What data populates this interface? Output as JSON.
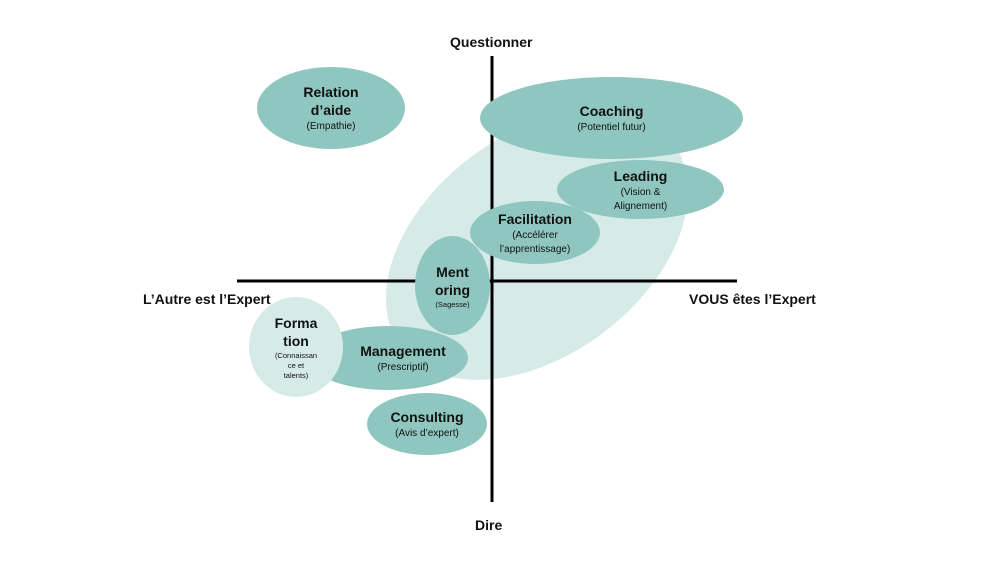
{
  "axes": {
    "top": "Questionner",
    "bottom": "Dire",
    "left": "L’Autre est l’Expert",
    "right": "VOUS êtes l’Expert"
  },
  "colors": {
    "bubble": "#8fc7c0",
    "zone": "#d6ebe8",
    "formation": "#d6ebe8",
    "axis": "#000000"
  },
  "bubbles": {
    "relation": {
      "title_1": "Relation",
      "title_2": "d’aide",
      "sub": "(Empathie)"
    },
    "coaching": {
      "title": "Coaching",
      "sub": "(Potentiel futur)"
    },
    "leading": {
      "title": "Leading",
      "sub_1": "(Vision &",
      "sub_2": "Alignement)"
    },
    "facilitation": {
      "title": "Facilitation",
      "sub_1": "(Accélérer",
      "sub_2": "l’apprentissage)"
    },
    "mentoring": {
      "title_1": "Ment",
      "title_2": "oring",
      "sub": "(Sagesse)"
    },
    "formation": {
      "title_1": "Forma",
      "title_2": "tion",
      "sub_1": "(Connaissan",
      "sub_2": "ce et",
      "sub_3": "talents)"
    },
    "management": {
      "title": "Management",
      "sub": "(Prescriptif)"
    },
    "consulting": {
      "title": "Consulting",
      "sub": "(Avis d’expert)"
    }
  }
}
